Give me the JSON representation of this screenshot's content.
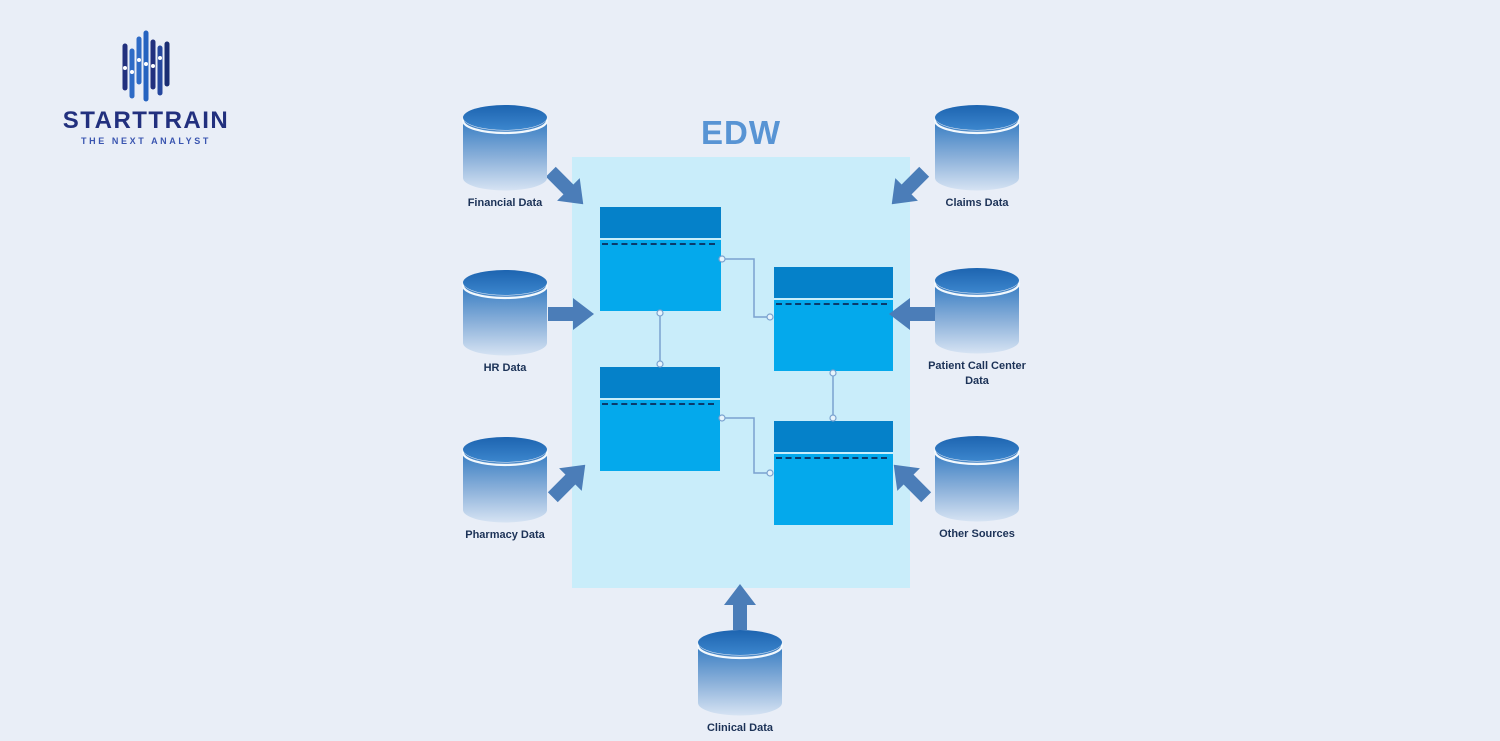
{
  "logo": {
    "name": "STARTTRAIN",
    "tagline": "THE NEXT ANALYST"
  },
  "edw": {
    "title": "EDW"
  },
  "sources": {
    "financial": {
      "label": "Financial Data"
    },
    "hr": {
      "label": "HR Data"
    },
    "pharmacy": {
      "label": "Pharmacy Data"
    },
    "claims": {
      "label": "Claims Data"
    },
    "patient_call_center": {
      "label": "Patient Call Center Data"
    },
    "other": {
      "label": "Other Sources"
    },
    "clinical": {
      "label": "Clinical Data"
    }
  },
  "colors": {
    "background": "#e9eef7",
    "edw_box": "#c9edfa",
    "edw_title": "#5894d4",
    "entity_header": "#0581c9",
    "entity_body": "#04a9ec",
    "connector": "#7aa2cf",
    "arrow": "#4b7db8",
    "label_text": "#1c3257",
    "logo_navy": "#22307e",
    "logo_blue": "#2e6bc6"
  }
}
